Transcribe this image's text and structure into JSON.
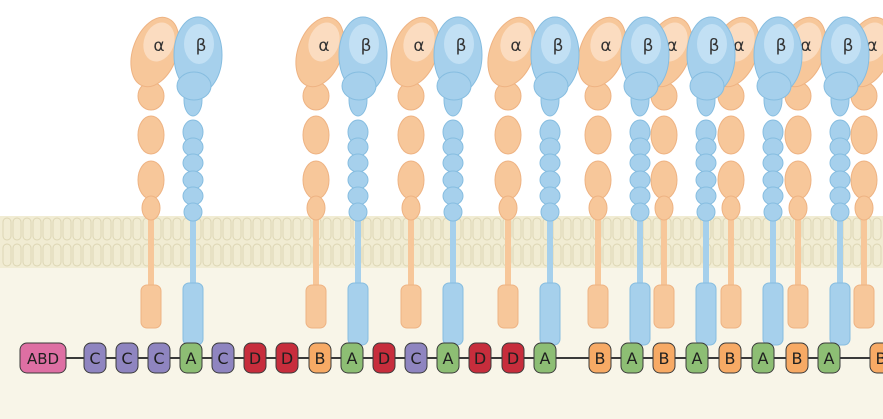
{
  "colors": {
    "cytoplasm": "#f8f5e8",
    "membrane_fill": "#f1ecd3",
    "membrane_stroke": "#ddd6b4",
    "alpha_fill": "#f7c79a",
    "alpha_light": "#fbdcc0",
    "alpha_stroke": "#eeb383",
    "beta_fill": "#a6d0ec",
    "beta_light": "#c2e0f4",
    "beta_stroke": "#86bde0",
    "line": "#3a3a3a",
    "label_text": "#333333"
  },
  "subunit_labels": {
    "alpha": "α",
    "beta": "β"
  },
  "domain_colors": {
    "ABD": "#de6fa3",
    "A": "#8dbe74",
    "B": "#f7aa65",
    "C": "#8f85c0",
    "D": "#c72d3c"
  },
  "domains": [
    "ABD",
    "C",
    "C",
    "C",
    "A",
    "C",
    "D",
    "D",
    "B",
    "A",
    "D",
    "C",
    "A",
    "D",
    "D",
    "A",
    "B",
    "A",
    "B",
    "A",
    "B",
    "A",
    "B",
    "A",
    "B"
  ],
  "integrin_count": 10
}
